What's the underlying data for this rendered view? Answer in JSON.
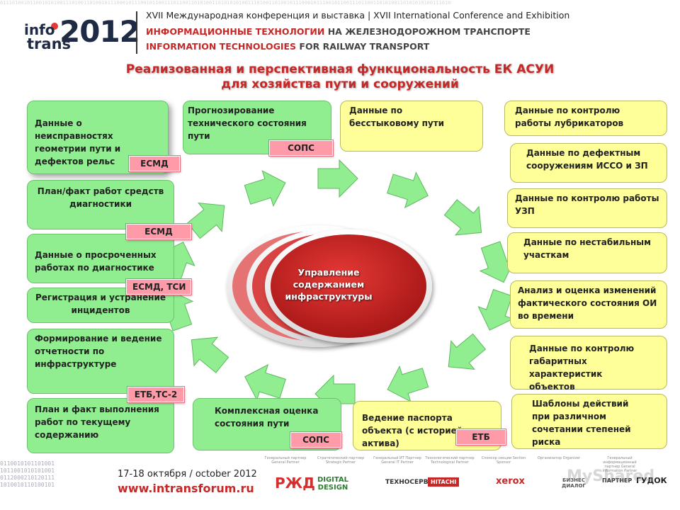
{
  "header": {
    "binary_strip": "0111010010110010101001110100110100101110001011100101100111011001101010011010101010011101001101001011100010111001011001110110011010100110101010100111010",
    "logo_info": "info",
    "logo_trans": "trans",
    "logo_year": "2012",
    "line1": "XVII Международная конференция и выставка | XVII International Conference and Exhibition",
    "line2_a": "ИНФОРМАЦИОННЫЕ ТЕХНОЛОГИИ",
    "line2_b": "НА ЖЕЛЕЗНОДОРОЖНОМ ТРАНСПОРТЕ",
    "line3_a": "INFORMATION TECHNOLOGIES",
    "line3_b": "FOR RAILWAY TRANSPORT"
  },
  "title": {
    "line1": "Реализованная и перспективная функциональность ЕК АСУИ",
    "line2": "для хозяйства пути и сооружений"
  },
  "center": {
    "label": "Управление содержанием инфраструктуры",
    "colors": {
      "disc": "#d32f2f",
      "rim": "#f2f2f2",
      "arrow": "#90ee90"
    }
  },
  "left_boxes": [
    "Данные о неисправностях геометрии пути и дефектов рельс",
    "План/факт работ средств диагностики",
    "Данные о просроченных работах по диагностике",
    "Регистрация и устранение инцидентов",
    "Формирование и ведение отчетности по инфраструктуре",
    "План и факт выполнения работ по текущему содержанию"
  ],
  "top_boxes": [
    "Прогнозирование технического состояния пути",
    "Данные по бесстыковому пути"
  ],
  "bottom_boxes": [
    "Комплексная оценка состояния пути",
    "Ведение паспорта объекта (с историей актива)"
  ],
  "right_boxes": [
    "Данные по контролю работы лубрикаторов",
    "Данные по дефектным сооружениям ИССО и ЗП",
    "Данные по контролю работы УЗП",
    "Данные по нестабильным участкам",
    "Анализ и оценка изменений фактического состояния ОИ во времени",
    "Данные по контролю габаритных характеристик объектов",
    "Шаблоны действий при различном сочетании степеней риска"
  ],
  "tags": {
    "esmd_1": "ЕСМД",
    "esmd_2": "ЕСМД",
    "esmd_tsi": "ЕСМД, ТСИ",
    "etb_ts2": "ЕТБ,ТС-2",
    "sops_top": "СОПС",
    "sops_bottom": "СОПС",
    "etb_bottom": "ЕТБ"
  },
  "footer": {
    "date": "17-18 октября / october 2012",
    "url": "www.intransforum.ru",
    "binary_lines": [
      "0110010101101001",
      "1011001010101001",
      "0112000210120111",
      "1010010110100101"
    ],
    "sponsor_roles": [
      "Генеральный партнер General Partner",
      "Стратегический партнер Strategic Partner",
      "Генеральный ИТ Партнер General IT Partner",
      "Технологический партнер Technological Partner",
      "Спонсор секции Section Sponsor",
      "Организатор Organizer",
      "Генеральный информационный партнер General Information Partner"
    ],
    "sponsors": [
      "РЖД",
      "DIGITAL DESIGN",
      "ТЕХНОСЕРВ",
      "HITACHI",
      "xerox",
      "БИЗНЕС ДИАЛОГ",
      "ПАРТНЕР",
      "ГУДОК"
    ]
  },
  "watermark": "MyShared"
}
